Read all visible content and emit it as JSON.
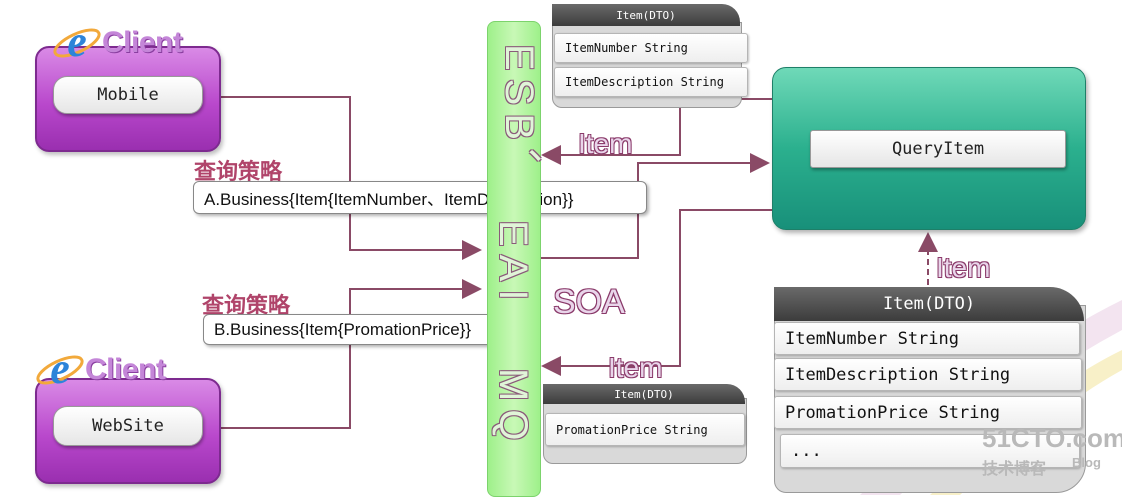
{
  "clients": {
    "top": {
      "brand_letter": "e",
      "brand_text": "Client",
      "label": "Mobile"
    },
    "bottom": {
      "brand_letter": "e",
      "brand_text": "Client",
      "label": "WebSite"
    }
  },
  "strategies": [
    {
      "title": "查询策略",
      "text": "A.Business{Item{ItemNumber、ItemDescription}}"
    },
    {
      "title": "查询策略",
      "text": "B.Business{Item{PromationPrice}}"
    }
  ],
  "bus": {
    "esb": "ESB、",
    "eai": "EAI",
    "mq": "MQ",
    "soa": "SOA"
  },
  "service": {
    "name": "QueryItem"
  },
  "flow_labels": {
    "item_top": "Item",
    "item_bottom": "Item",
    "item_right": "Item"
  },
  "dto_top": {
    "title": "Item(DTO)",
    "rows": [
      "ItemNumber String",
      "ItemDescription String"
    ]
  },
  "dto_bottom": {
    "title": "Item(DTO)",
    "rows": [
      "PromationPrice String"
    ]
  },
  "dto_right": {
    "title": "Item(DTO)",
    "rows": [
      "ItemNumber String",
      "ItemDescription String",
      "PromationPrice String",
      "..."
    ]
  },
  "watermark": {
    "site": "51CTO.com",
    "sub": "技术博客",
    "blog": "Blog"
  },
  "colors": {
    "line": "#8a4a66",
    "client_box": "#b948cc",
    "esb": "#a8f09a",
    "service": "#2bb08e"
  }
}
